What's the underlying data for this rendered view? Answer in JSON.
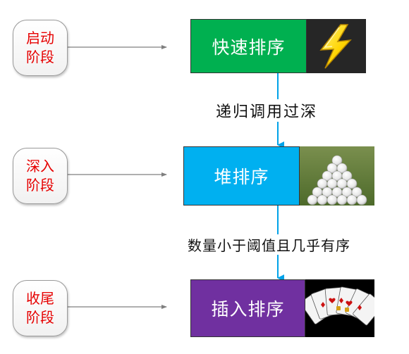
{
  "phases": [
    {
      "line1": "启动",
      "line2": "阶段"
    },
    {
      "line1": "深入",
      "line2": "阶段"
    },
    {
      "line1": "收尾",
      "line2": "阶段"
    }
  ],
  "algorithms": [
    {
      "label": "快速排序",
      "color": "#00b050",
      "icon": "lightning-bolt-icon"
    },
    {
      "label": "堆排序",
      "color": "#00b0f0",
      "icon": "golf-ball-pyramid-image"
    },
    {
      "label": "插入排序",
      "color": "#7030a0",
      "icon": "playing-cards-image"
    }
  ],
  "transitions": [
    {
      "label": "递归调用过深"
    },
    {
      "label": "数量小于阈值且几乎有序"
    }
  ],
  "colors": {
    "phase_text": "#e60000",
    "connector_gray": "#7f7f7f",
    "connector_blue": "#00a2e8"
  }
}
